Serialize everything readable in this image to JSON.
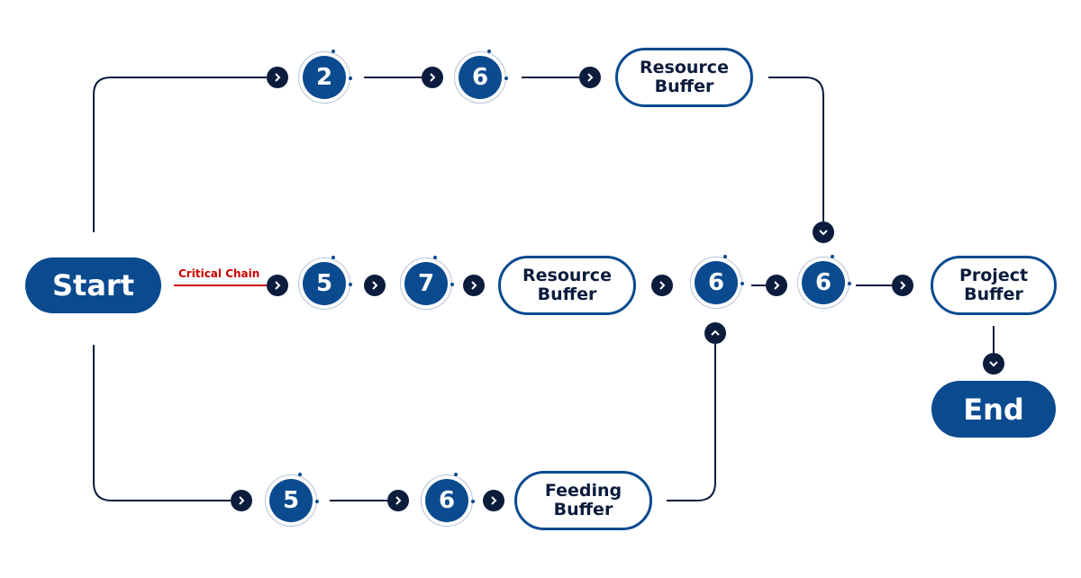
{
  "nodes": {
    "start": "Start",
    "end": "End",
    "top_task_a": "2",
    "top_task_b": "6",
    "top_buffer": "Resource\nBuffer",
    "mid_task_a": "5",
    "mid_task_b": "7",
    "mid_buffer": "Resource\nBuffer",
    "mid_task_c": "6",
    "mid_task_d": "6",
    "project_buffer": "Project\nBuffer",
    "bot_task_a": "5",
    "bot_task_b": "6",
    "feeding_buffer": "Feeding\nBuffer"
  },
  "labels": {
    "critical_chain": "Critical Chain"
  },
  "colors": {
    "primary": "#0a4a8f",
    "dark": "#0b1c3d",
    "accent": "#cc0000"
  },
  "icons": {
    "connector": "chevron-icon"
  }
}
